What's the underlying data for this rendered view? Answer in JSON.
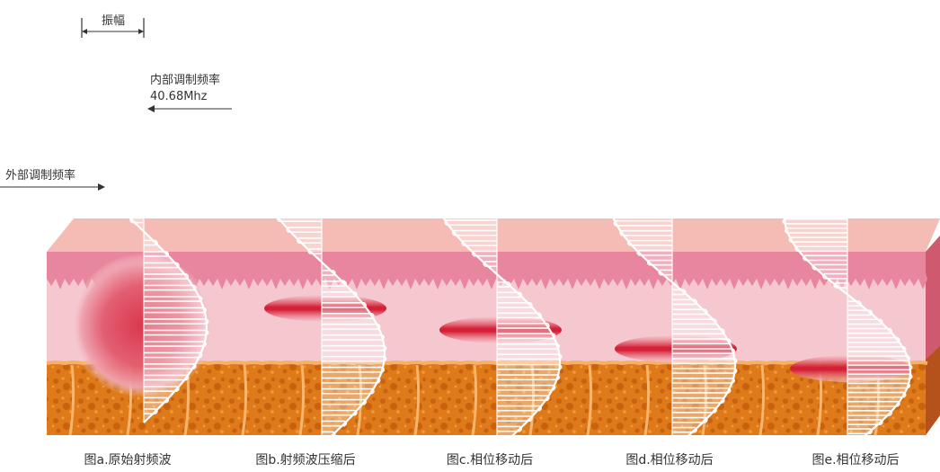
{
  "annotations": {
    "amplitude": "振幅",
    "inner_frequency_label": "内部调制频率",
    "inner_frequency_value": "40.68Mhz",
    "outer_frequency_label": "外部调制频率"
  },
  "panels": [
    {
      "caption": "图a.原始射频波"
    },
    {
      "caption": "图b.射频波压缩后"
    },
    {
      "caption": "图c.相位移动后"
    },
    {
      "caption": "图d.相位移动后"
    },
    {
      "caption": "图e.相位移动后"
    }
  ],
  "colors": {
    "epidermis": "#e8849c",
    "epidermis_top": "#f3b8b4",
    "dermis": "#f4c7cf",
    "fat": "#e07c1c",
    "fat_cell_border": "#f6b56a",
    "heat": "#d8233a",
    "side_face": "#c9465e"
  }
}
